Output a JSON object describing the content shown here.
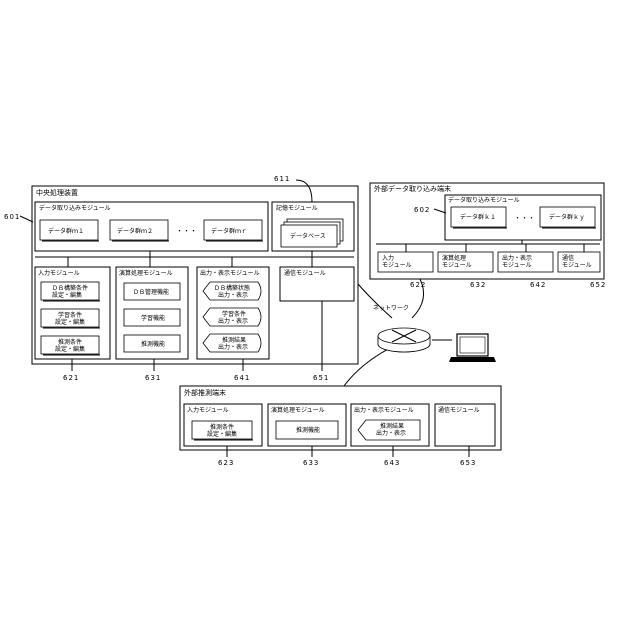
{
  "central": {
    "title": "中央処理装置",
    "ref": "601",
    "intake": {
      "title": "データ取り込みモジュール",
      "items": [
        "データ群ｍ１",
        "データ群ｍ２",
        "・・・",
        "データ群ｍｒ"
      ]
    },
    "storage": {
      "title": "記憶モジュール",
      "label": "データベース",
      "ref": "611"
    },
    "input": {
      "title": "入力モジュール",
      "items": [
        "ＤＢ構築条件\n設定・編集",
        "学習条件\n設定・編集",
        "推測条件\n設定・編集"
      ],
      "ref": "621"
    },
    "compute": {
      "title": "演算処理モジュール",
      "items": [
        "ＤＢ管理機能",
        "学習機能",
        "推測機能"
      ],
      "ref": "631"
    },
    "output": {
      "title": "出力・表示モジュール",
      "items": [
        "ＤＢ構築状態\n出力・表示",
        "学習条件\n出力・表示",
        "推測結果\n出力・表示"
      ],
      "ref": "641"
    },
    "comm": {
      "title": "通信モジュール",
      "ref": "651"
    }
  },
  "external_intake": {
    "title": "外部データ取り込み端末",
    "sub_title": "データ取り込みモジュール",
    "sub_ref": "602",
    "items": [
      "データ群ｋ１",
      "・・・",
      "データ群ｋｙ"
    ],
    "modules": [
      {
        "label": "入力\nモジュール",
        "ref": "622"
      },
      {
        "label": "演算処理\nモジュール",
        "ref": "632"
      },
      {
        "label": "出力・表示\nモジュール",
        "ref": "642"
      },
      {
        "label": "通信\nモジュール",
        "ref": "652"
      }
    ]
  },
  "network": {
    "label": "ネットワーク"
  },
  "external_infer": {
    "title": "外部推測端末",
    "modules": [
      {
        "title": "入力モジュール",
        "item": "推測条件\n設定・編集",
        "ref": "623"
      },
      {
        "title": "演算処理モジュール",
        "item": "推測機能",
        "ref": "633"
      },
      {
        "title": "出力・表示モジュール",
        "item": "推測結果\n出力・表示",
        "ref": "643"
      },
      {
        "title": "通信モジュール",
        "item": "",
        "ref": "653"
      }
    ]
  },
  "icons": {
    "laptop": "laptop-icon",
    "router": "network-router-icon"
  }
}
